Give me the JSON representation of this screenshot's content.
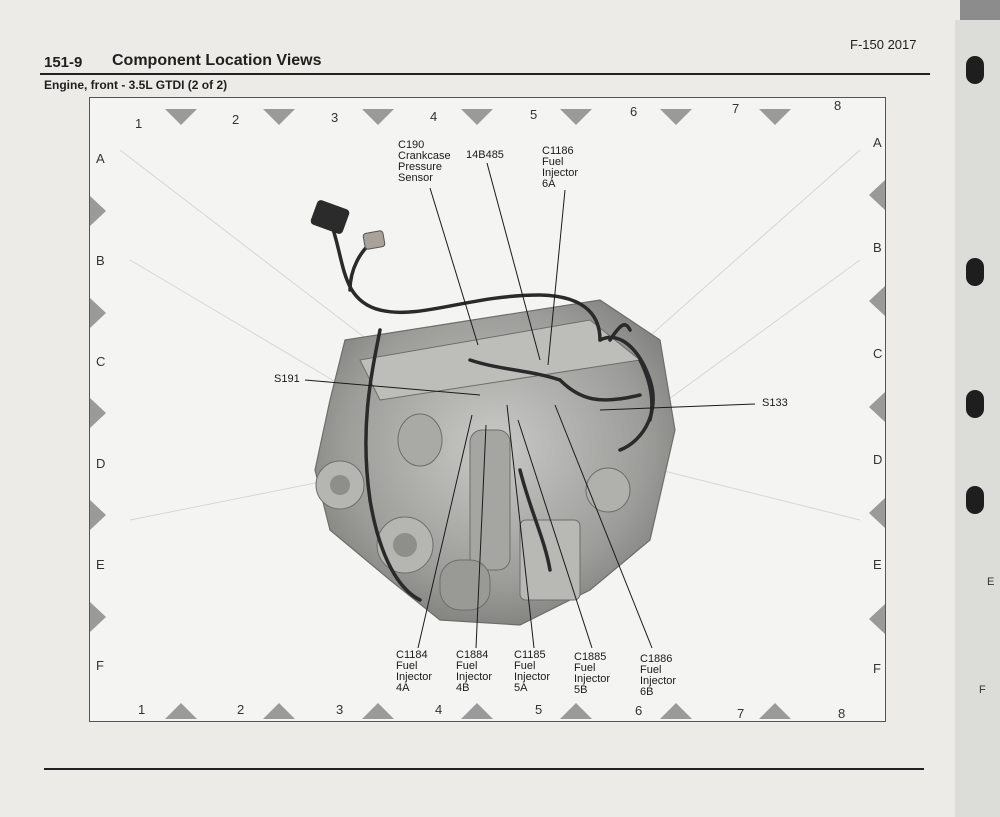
{
  "header": {
    "section_number": "151-9",
    "section_title": "Component Location Views",
    "vehicle": "F-150 2017",
    "view_title": "Engine, front - 3.5L GTDI (2 of 2)"
  },
  "grid": {
    "columns": [
      "1",
      "2",
      "3",
      "4",
      "5",
      "6",
      "7",
      "8"
    ],
    "rows": [
      "A",
      "B",
      "C",
      "D",
      "E",
      "F"
    ]
  },
  "callouts": {
    "c190": [
      "C190",
      "Crankcase",
      "Pressure",
      "Sensor"
    ],
    "b485": [
      "14B485"
    ],
    "c1186": [
      "C1186",
      "Fuel",
      "Injector",
      "6A"
    ],
    "s191": [
      "S191"
    ],
    "s133": [
      "S133"
    ],
    "c1184": [
      "C1184",
      "Fuel",
      "Injector",
      "4A"
    ],
    "c1884": [
      "C1884",
      "Fuel",
      "Injector",
      "4B"
    ],
    "c1185": [
      "C1185",
      "Fuel",
      "Injector",
      "5A"
    ],
    "c1885": [
      "C1885",
      "Fuel",
      "Injector",
      "5B"
    ],
    "c1886": [
      "C1886",
      "Fuel",
      "Injector",
      "6B"
    ]
  },
  "next_page_edge_letters": [
    "E",
    "F"
  ],
  "colors": {
    "page": "#ecebe7",
    "frame": "#f4f4f2",
    "ink": "#1f1f1f",
    "engine": "#9a9a98",
    "wiring": "#2a2a2a",
    "grid_marker": "#9a9a9a"
  }
}
